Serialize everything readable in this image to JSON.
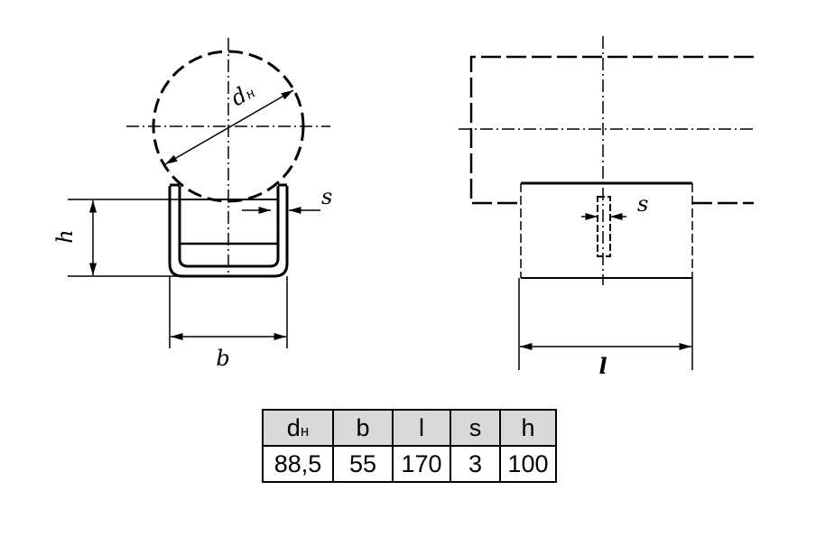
{
  "drawing": {
    "labels": {
      "dn_main": "d",
      "dn_sub": "н",
      "h": "h",
      "b": "b",
      "s_left": "s",
      "s_right": "s",
      "l": "l"
    }
  },
  "table": {
    "headers": [
      {
        "main": "d",
        "sub": "н"
      },
      {
        "main": "b"
      },
      {
        "main": "l"
      },
      {
        "main": "s"
      },
      {
        "main": "h"
      }
    ],
    "values": [
      "88,5",
      "55",
      "170",
      "3",
      "100"
    ]
  }
}
